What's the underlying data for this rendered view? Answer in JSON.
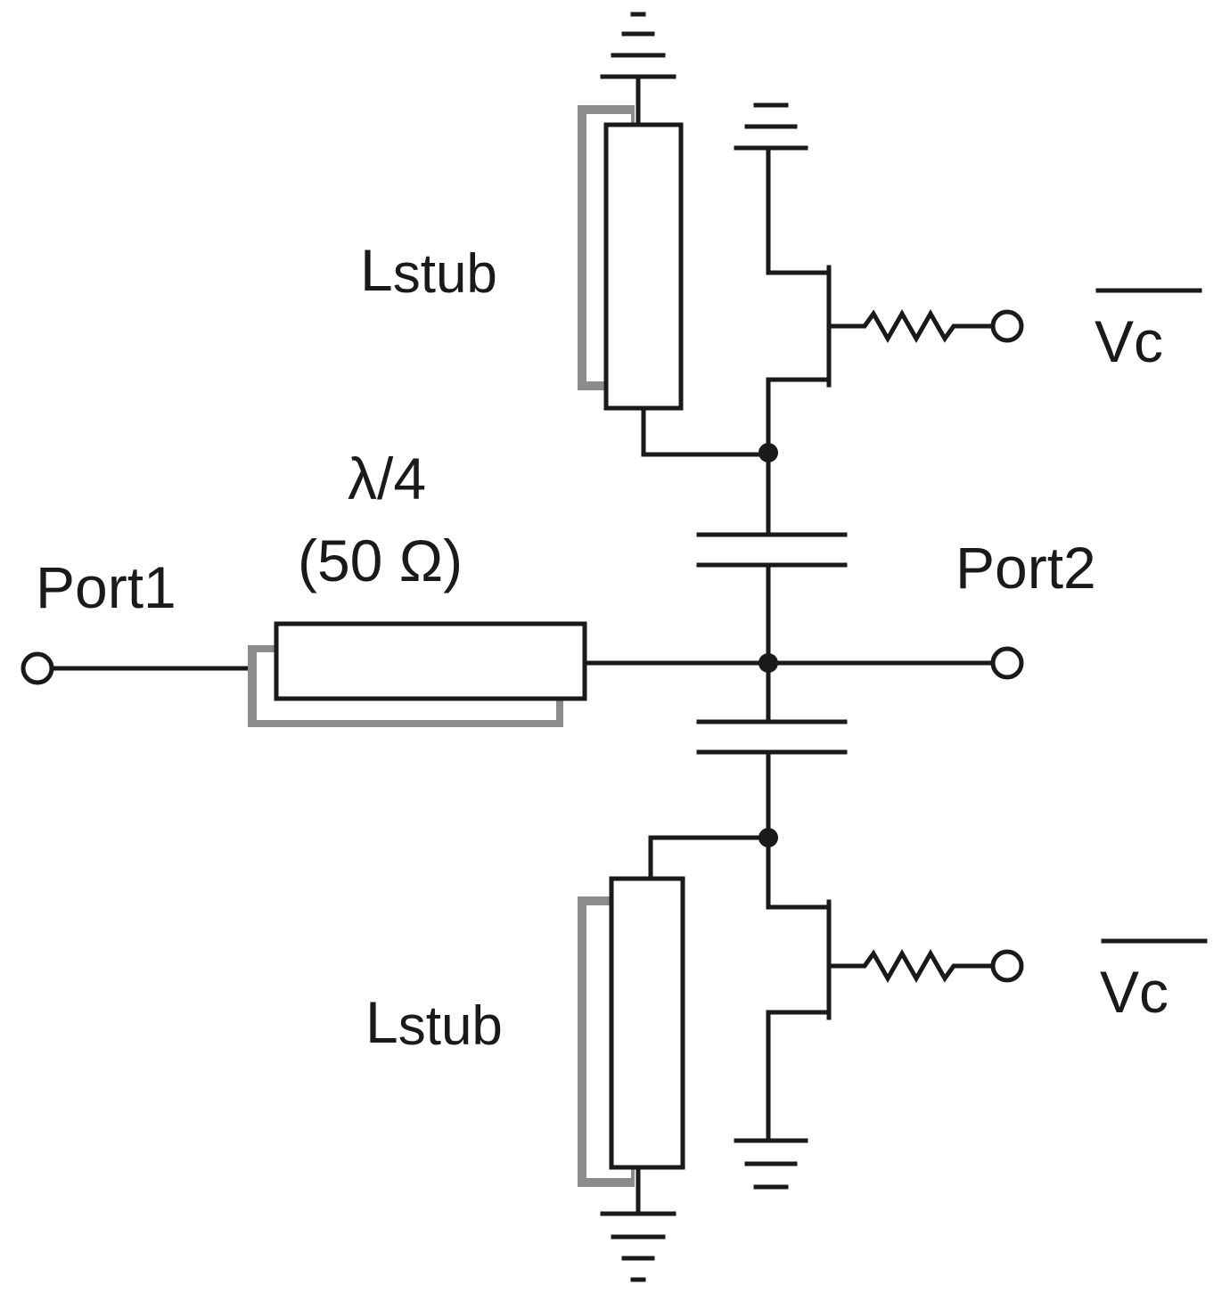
{
  "labels": {
    "port1": "Port1",
    "port2": "Port2",
    "tline_length": "λ/4",
    "tline_impedance": "(50 Ω)",
    "stub_top_main": "L",
    "stub_top_sub": "stub",
    "stub_bottom_main": "L",
    "stub_bottom_sub": "stub",
    "vc_top": "Vc",
    "vc_bottom": "Vc"
  },
  "colors": {
    "wire": "#1a1a1a",
    "tline_fill": "#ffffff",
    "tline_shadow": "#8c8c8c",
    "background": "#ffffff"
  },
  "components": {
    "main_line": "transmission-line",
    "stubs": [
      "transmission-line",
      "transmission-line"
    ],
    "switches": [
      "fet",
      "fet"
    ],
    "capacitors": [
      "capacitor",
      "capacitor"
    ],
    "resistors": [
      "resistor",
      "resistor"
    ],
    "grounds": [
      "ground",
      "ground",
      "ground",
      "ground"
    ]
  }
}
